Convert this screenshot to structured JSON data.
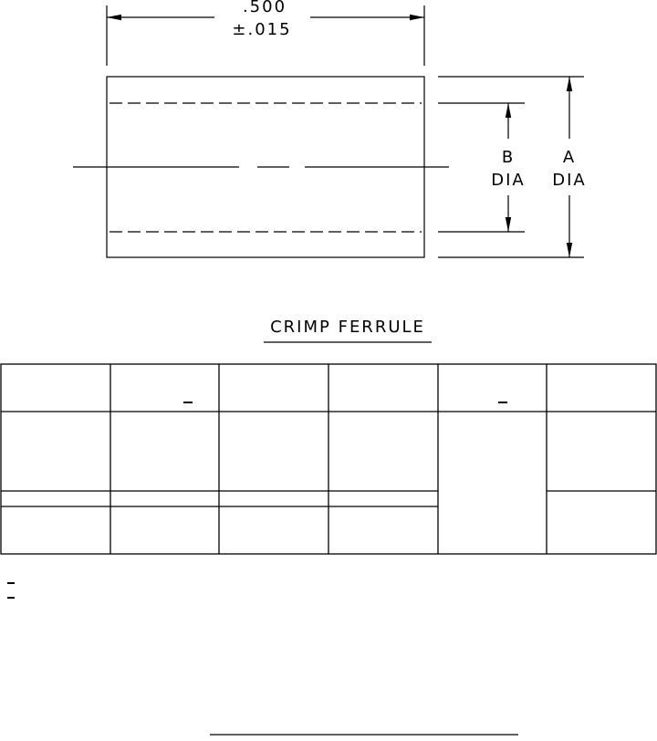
{
  "drawing": {
    "length_dimension": {
      "value": ".500",
      "tolerance": "±.015"
    },
    "b_dimension": {
      "letter": "B",
      "suffix": "DIA"
    },
    "a_dimension": {
      "letter": "A",
      "suffix": "DIA"
    }
  },
  "title": "CRIMP FERRULE",
  "table": {
    "header": [
      "",
      "",
      "",
      "",
      "",
      ""
    ],
    "rows": [
      [
        "",
        "",
        "",
        "",
        "",
        ""
      ],
      [
        "",
        "",
        "",
        "",
        "",
        ""
      ]
    ]
  },
  "notes": [
    "",
    ""
  ],
  "footer_line": true
}
